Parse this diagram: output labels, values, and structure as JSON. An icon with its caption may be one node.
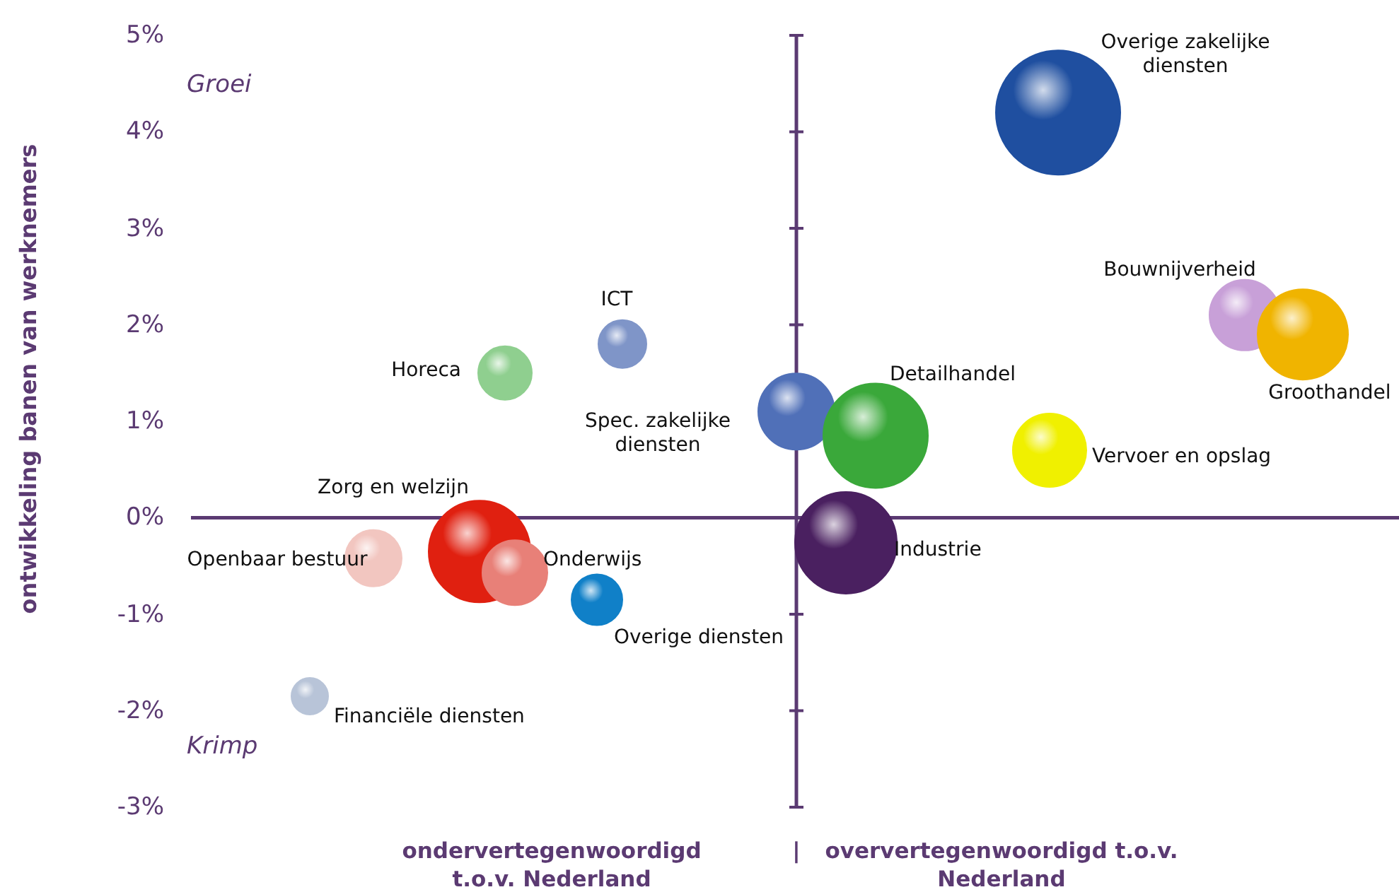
{
  "diagram": {
    "labels": [
      "ondervertegenwoordigd t.o.v. Nederland",
      "|",
      "oververtegenwoordigd t.o.v. Nederland"
    ],
    "chart_data": {
      "type": "scatter",
      "ylabel": "ontwikkeling banen van werknemers",
      "yticks": [
        {
          "value": 5,
          "label": "5%"
        },
        {
          "value": 4,
          "label": "4%"
        },
        {
          "value": 3,
          "label": "3%"
        },
        {
          "value": 2,
          "label": "2%"
        },
        {
          "value": 1,
          "label": "1%"
        },
        {
          "value": 0,
          "label": "0%"
        },
        {
          "value": -1,
          "label": "-1%"
        },
        {
          "value": -2,
          "label": "-2%"
        },
        {
          "value": -3,
          "label": "-3%"
        }
      ],
      "ylim": [
        -3,
        5
      ],
      "annotations": [
        "Groei",
        "Krimp"
      ],
      "series": [
        {
          "name": "Overige zakelijke diensten",
          "color": "#1f4fa0",
          "values": [
            4.2
          ]
        },
        {
          "name": "Bouwnijverheid",
          "color": "#c8a0d8",
          "values": [
            2.1
          ]
        },
        {
          "name": "Groothandel",
          "color": "#f0b400",
          "values": [
            1.9
          ]
        },
        {
          "name": "ICT",
          "color": "#7f95c8",
          "values": [
            1.8
          ]
        },
        {
          "name": "Horeca",
          "color": "#8fcf8f",
          "values": [
            1.5
          ]
        },
        {
          "name": "Spec. zakelijke diensten",
          "color": "#5070b8",
          "values": [
            1.1
          ]
        },
        {
          "name": "Detailhandel",
          "color": "#3aa83a",
          "values": [
            0.85
          ]
        },
        {
          "name": "Vervoer en opslag",
          "color": "#f0f000",
          "values": [
            0.7
          ]
        },
        {
          "name": "Zorg en welzijn",
          "color": "#e02010",
          "values": [
            -0.35
          ]
        },
        {
          "name": "Openbaar bestuur",
          "color": "#f2c6c0",
          "values": [
            -0.42
          ]
        },
        {
          "name": "Onderwijs",
          "color": "#e88078",
          "values": [
            -0.57
          ]
        },
        {
          "name": "Industrie",
          "color": "#4a2060",
          "values": [
            -0.26
          ]
        },
        {
          "name": "Overige diensten",
          "color": "#1080c8",
          "values": [
            -0.85
          ]
        },
        {
          "name": "Financiële diensten",
          "color": "#b8c4d8",
          "values": [
            -1.85
          ]
        }
      ]
    }
  }
}
